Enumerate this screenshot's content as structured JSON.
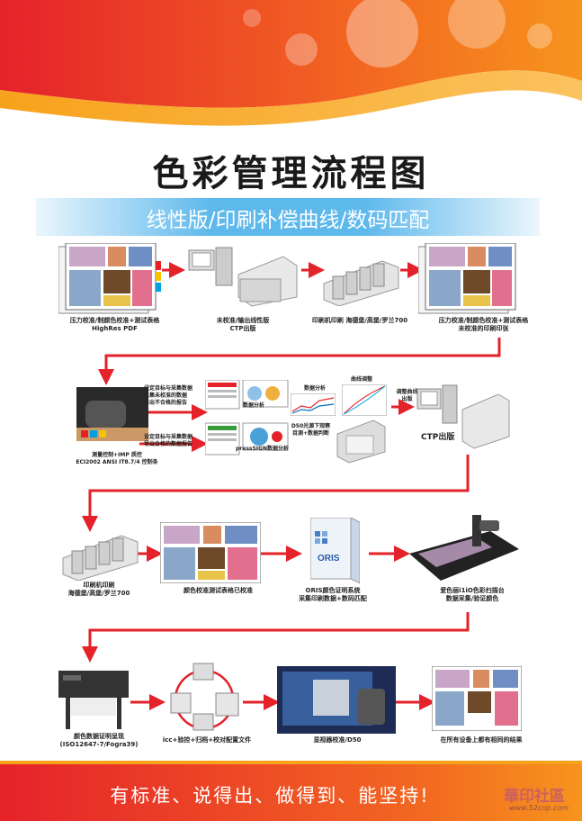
{
  "title": "色彩管理流程图",
  "subtitle": "线性版/印刷补偿曲线/数码匹配",
  "steps": {
    "s1": [
      "压力校准/制颜色校准+测试表格",
      "HighRes PDF"
    ],
    "s2": [
      "未校准/输出线性版",
      "CTP出版"
    ],
    "s3": [
      "印刷机印刷    海德堡/高堡/罗兰700"
    ],
    "s4": [
      "压力校准/制颜色校准+测试表格",
      "未校准的印刷印张"
    ],
    "s5": [
      "测量控制+IMP 质控",
      "ECI2002 ANSI IT8.7/4 控制条"
    ],
    "s6a": [
      "设定目标与采集数据",
      "采集未校准的数据",
      "导出不合格的报告"
    ],
    "s6b": [
      "设定目标与采集数据",
      "导出合格的数据报告"
    ],
    "s7": "数据分析",
    "s8": "数据分析",
    "s9": "曲线调整",
    "s10": [
      "调整曲线",
      "出版"
    ],
    "s11": [
      "D50光源下观察",
      "目测+数据判断"
    ],
    "s12": "pressSIGN数据分析",
    "s13": "CTP出版",
    "s14": [
      "印刷机印刷",
      "海德堡/高堡/罗兰700"
    ],
    "s15": "颜色校准测试表格已校准",
    "s16": [
      "ORIS颜色证明系统",
      "采集印刷数据+数码匹配"
    ],
    "s17": [
      "爱色丽i1iO色彩扫描台",
      "数据采集/验证颜色"
    ],
    "s18": [
      "颜色数据证明呈现",
      "(ISO12647-7/Fogra39)"
    ],
    "s19": "icc+验控+归档+校对配置文件",
    "s20": "显视器校准/D50",
    "s21": "在所有设备上都有相同的结果"
  },
  "oris_box": "ORIS",
  "slogan": "有标准、说得出、做得到、能坚持!",
  "watermark": "華印社區",
  "watermark_url": "www.52cnp.com",
  "colors": {
    "arrow": "#e3222a",
    "subtitle_band": "#5db8ec",
    "footer": "#e93b1f"
  }
}
